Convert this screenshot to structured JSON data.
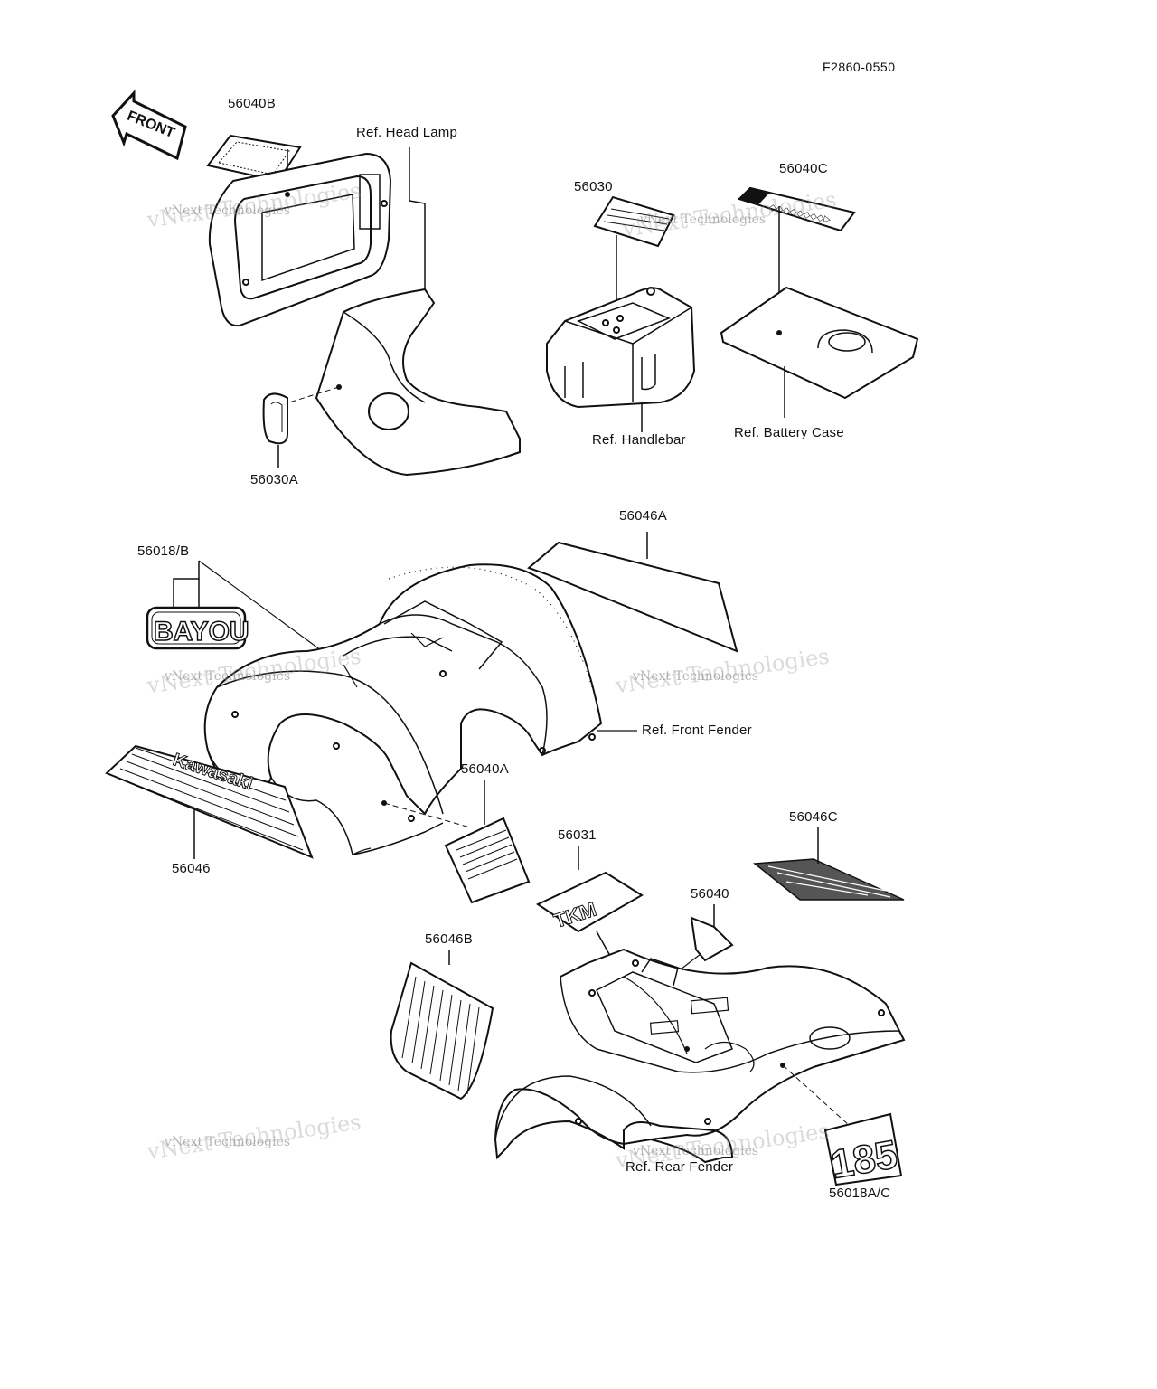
{
  "figure_code": "F2860-0550",
  "front_arrow": "FRONT",
  "parts": {
    "p56040B": "56040B",
    "ref_head_lamp": "Ref. Head Lamp",
    "p56030": "56030",
    "p56040C": "56040C",
    "p56030A": "56030A",
    "ref_handlebar": "Ref. Handlebar",
    "ref_battery_case": "Ref. Battery Case",
    "p56046A": "56046A",
    "p56018B": "56018/B",
    "ref_front_fender": "Ref. Front Fender",
    "p56040A": "56040A",
    "p56046": "56046",
    "p56046C": "56046C",
    "p56031": "56031",
    "p56040": "56040",
    "p56046B": "56046B",
    "ref_rear_fender": "Ref. Rear Fender",
    "p56018AC": "56018A/C"
  },
  "decals": {
    "bayou": "BAYOU",
    "kawasaki": "Kawasaki",
    "model": "185"
  },
  "watermark": {
    "line1": "vNext Technologies",
    "line2": "vNext Technologies"
  }
}
